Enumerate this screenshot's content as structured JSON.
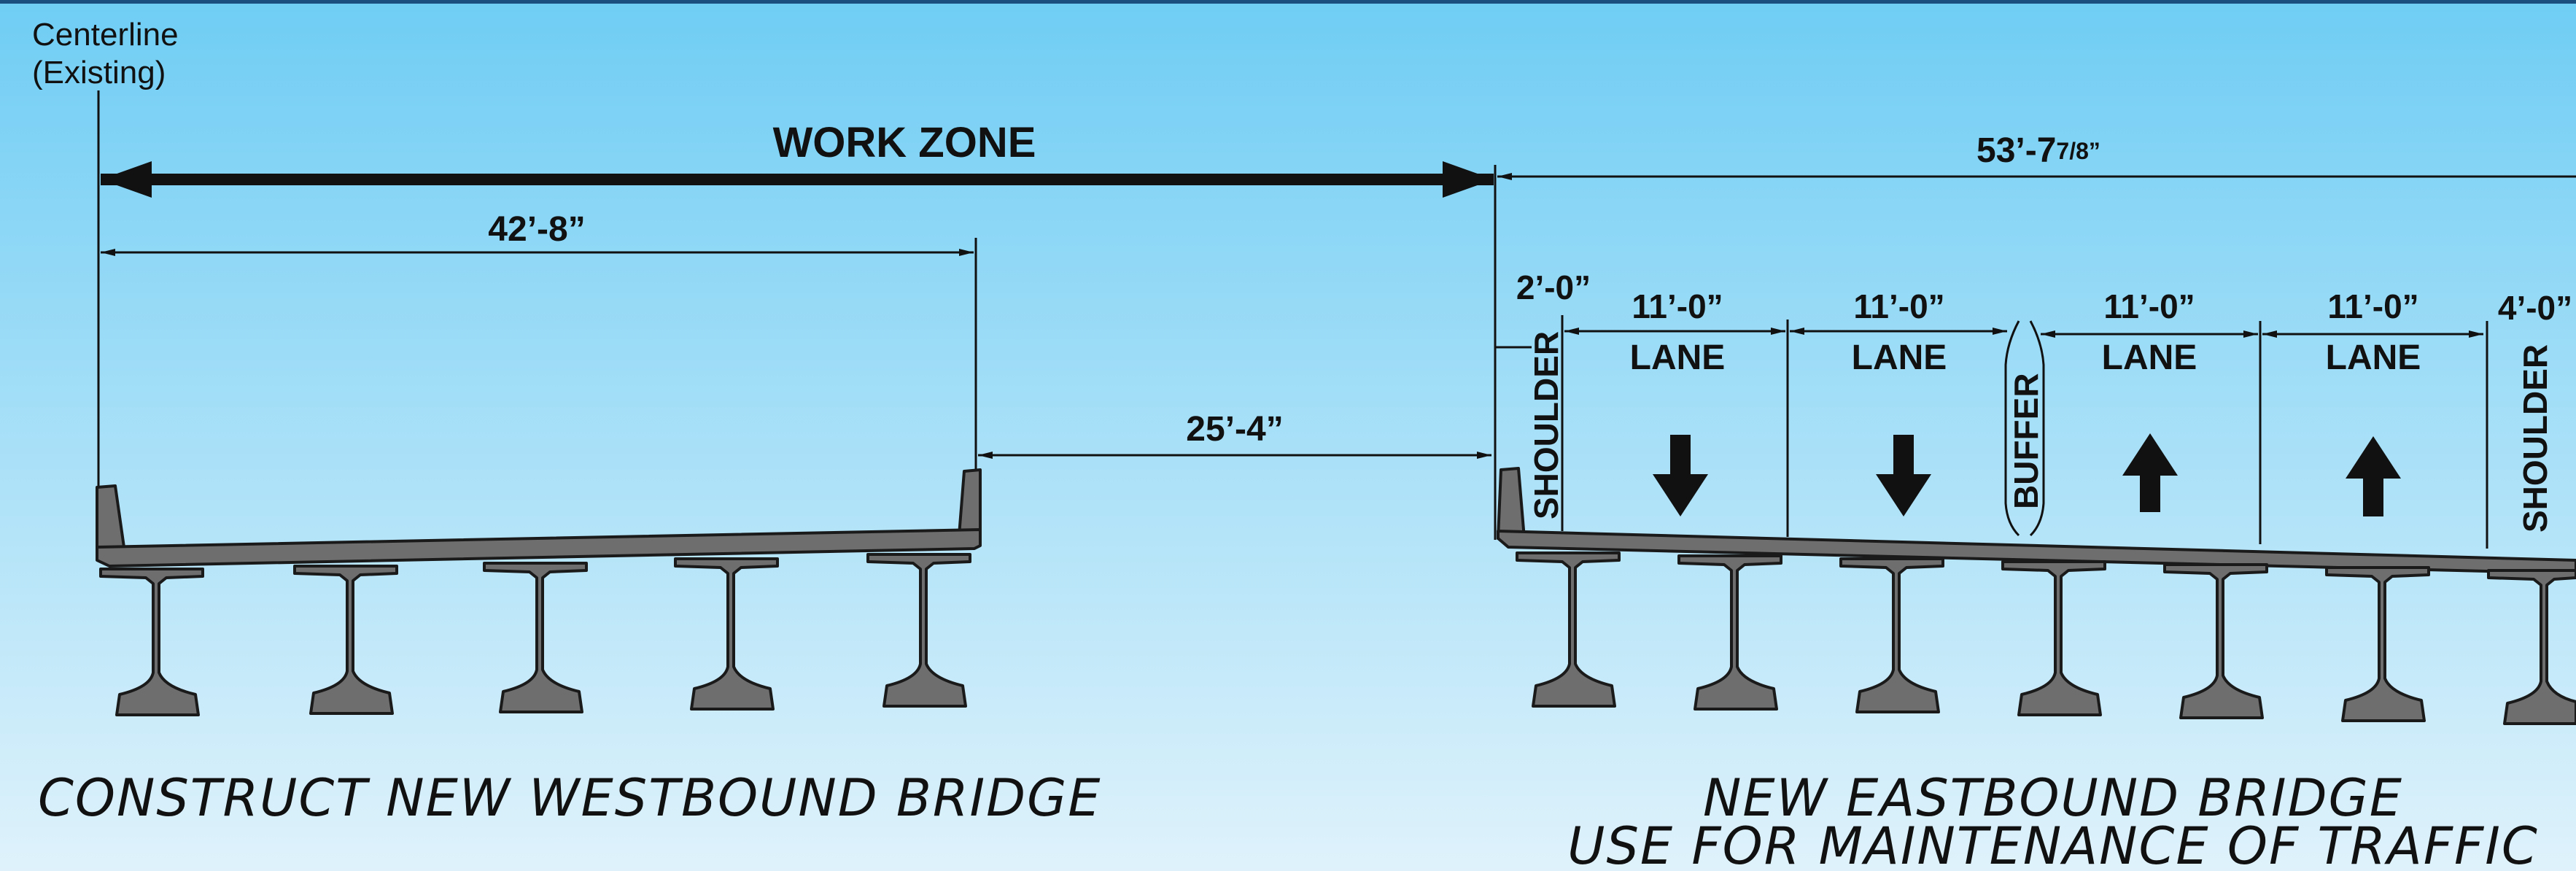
{
  "centerline": {
    "line1": "Centerline",
    "line2": "(Existing)"
  },
  "work_zone_label": "WORK ZONE",
  "dimensions": {
    "westbound_width": "42’-8”",
    "gap": "25’-4”",
    "eastbound_width": "53’-7",
    "eastbound_width_fraction": "7/8”",
    "left_shoulder": "2’-0”",
    "lane": "11’-0”",
    "right_shoulder": "4’-0”"
  },
  "labels": {
    "lane": "LANE",
    "shoulder": "SHOULDER",
    "buffer": "BUFFER"
  },
  "captions": {
    "westbound": "CONSTRUCT NEW WESTBOUND BRIDGE",
    "eastbound_line1": "NEW EASTBOUND BRIDGE",
    "eastbound_line2": "USE FOR MAINTENANCE OF TRAFFIC"
  },
  "colors": {
    "sky_top": "#6fcdf4",
    "sky_bottom": "#dff2fb",
    "top_border": "#1a4f80",
    "concrete": "#6e6e6e",
    "outline": "#1a1a1a"
  },
  "icons": {
    "lane_arrows": [
      "arrow-down-icon",
      "arrow-down-icon",
      "arrow-up-icon",
      "arrow-up-icon"
    ]
  }
}
